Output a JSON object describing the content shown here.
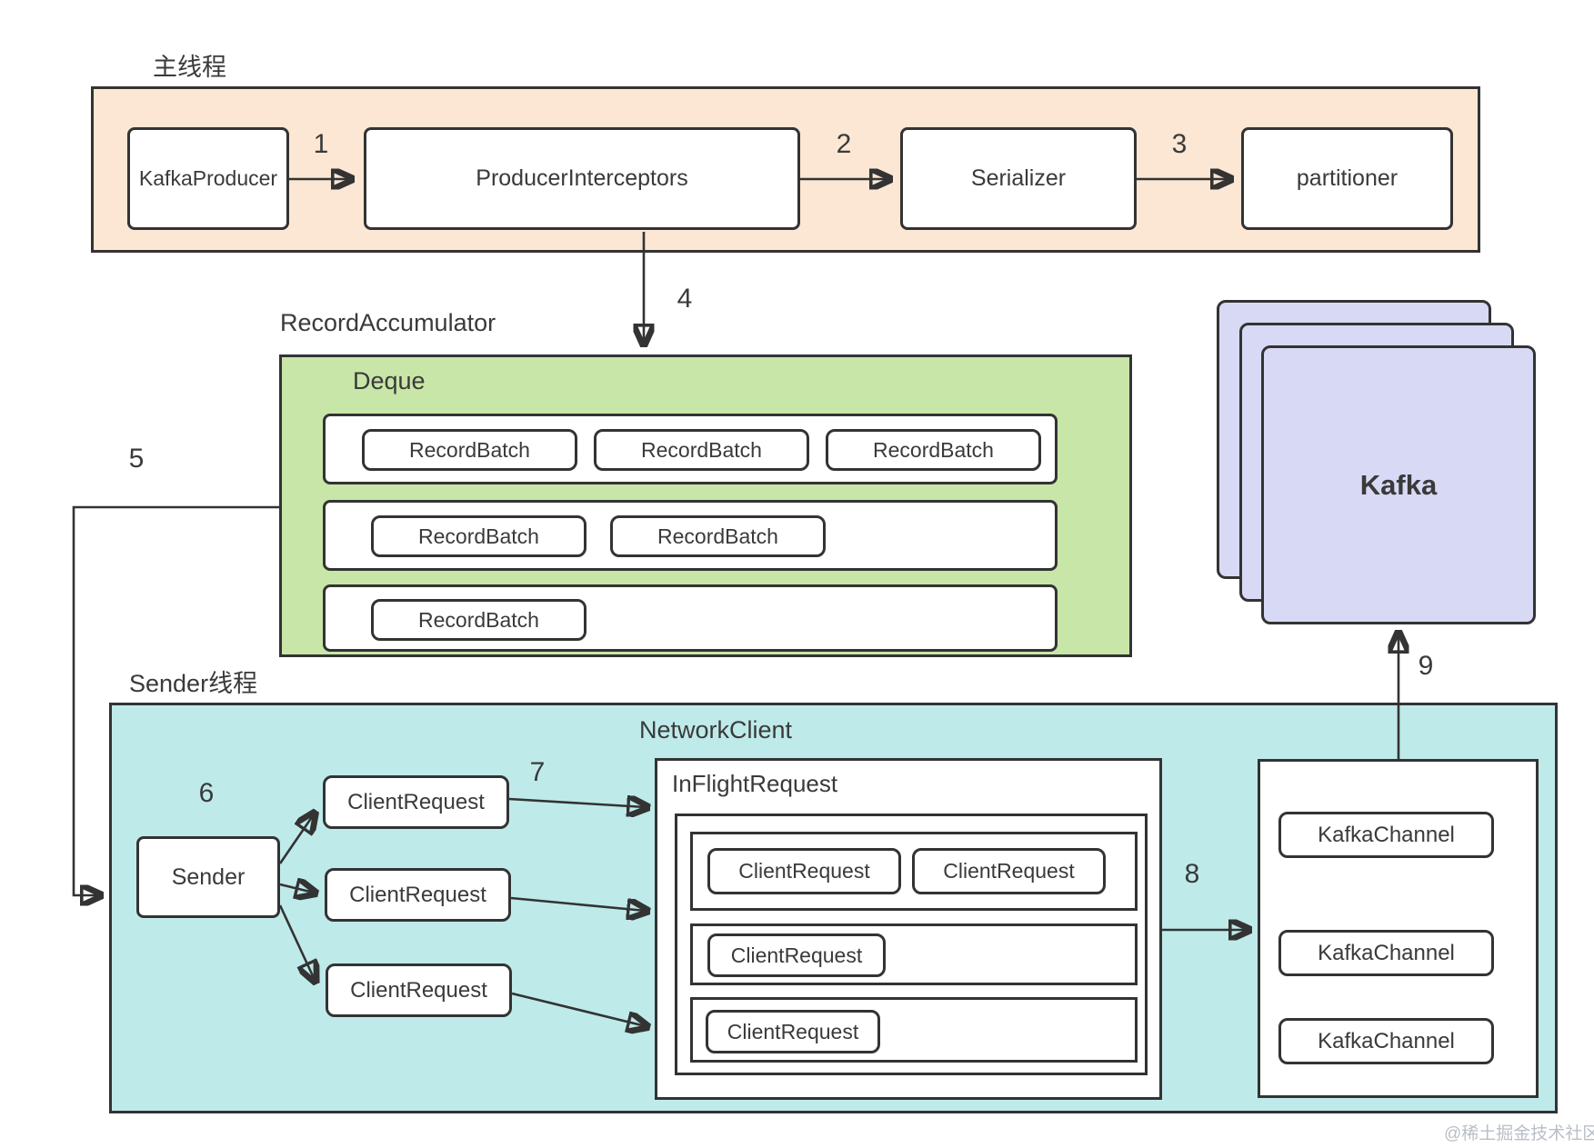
{
  "title_labels": {
    "main_thread": "主线程",
    "record_accumulator": "RecordAccumulator",
    "deque": "Deque",
    "sender_thread": "Sender线程",
    "network_client": "NetworkClient",
    "inflight_request": "InFlightRequest",
    "kafka": "Kafka"
  },
  "nodes": {
    "kafka_producer": "KafkaProducer",
    "producer_interceptors": "ProducerInterceptors",
    "serializer": "Serializer",
    "partitioner": "partitioner",
    "sender": "Sender",
    "record_batch": "RecordBatch",
    "client_request": "ClientRequest",
    "kafka_channel": "KafkaChannel"
  },
  "step_numbers": {
    "s1": "1",
    "s2": "2",
    "s3": "3",
    "s4": "4",
    "s5": "5",
    "s6": "6",
    "s7": "7",
    "s8": "8",
    "s9": "9"
  },
  "watermark": "@稀土掘金技术社区",
  "colors": {
    "main_thread_fill": "#fbe7d3",
    "accumulator_fill": "#c8e6a7",
    "sender_fill": "#bfeaea",
    "kafka_fill": "#d8d9f4",
    "stroke": "#333333",
    "text": "#3a3a3a",
    "watermark_color": "#b9bec7"
  }
}
